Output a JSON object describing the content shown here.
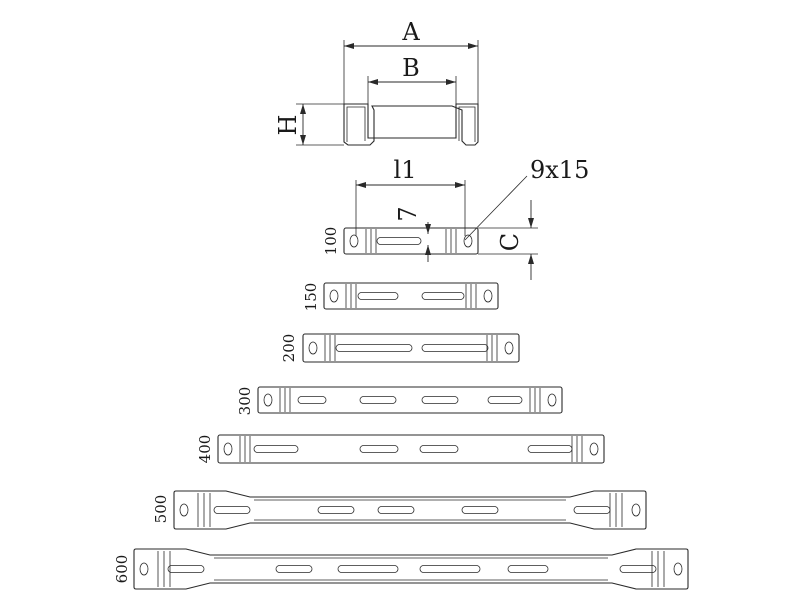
{
  "profile": {
    "dim_a": "A",
    "dim_b": "B",
    "dim_h": "H"
  },
  "plate_detail": {
    "dim_l1": "l1",
    "dim_hole": "9x15",
    "dim_slot": "7",
    "dim_c": "C"
  },
  "sizes": [
    {
      "label": "100"
    },
    {
      "label": "150"
    },
    {
      "label": "200"
    },
    {
      "label": "300"
    },
    {
      "label": "400"
    },
    {
      "label": "500"
    },
    {
      "label": "600"
    }
  ]
}
